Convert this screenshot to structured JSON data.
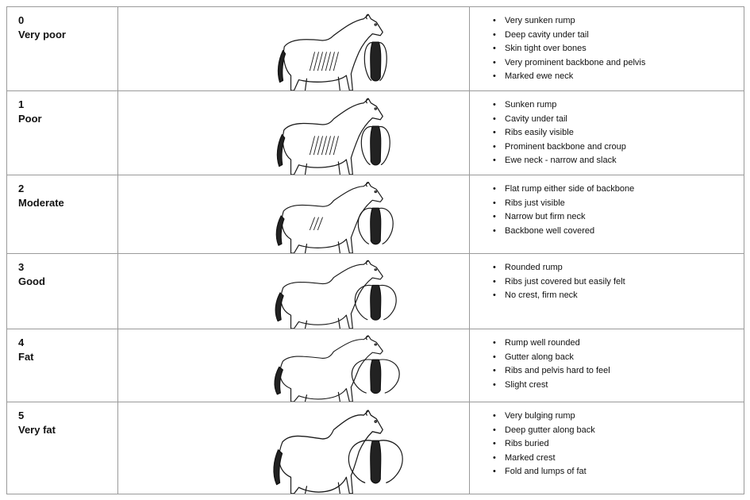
{
  "rows": [
    {
      "score": "0",
      "label": "Very poor",
      "side_icon": "very-thin-horse-side-view-icon",
      "rear_icon": "very-thin-horse-rear-view-icon",
      "bullets": [
        "Very sunken rump",
        "Deep cavity under tail",
        "Skin tight over bones",
        "Very prominent backbone and pelvis",
        "Marked ewe neck"
      ]
    },
    {
      "score": "1",
      "label": "Poor",
      "side_icon": "thin-horse-side-view-icon",
      "rear_icon": "thin-horse-rear-view-icon",
      "bullets": [
        "Sunken rump",
        "Cavity under tail",
        "Ribs easily visible",
        "Prominent backbone and croup",
        "Ewe neck - narrow and slack"
      ]
    },
    {
      "score": "2",
      "label": "Moderate",
      "side_icon": "moderate-horse-side-view-icon",
      "rear_icon": "moderate-horse-rear-view-icon",
      "bullets": [
        "Flat rump either side of backbone",
        "Ribs just visible",
        "Narrow but firm neck",
        "Backbone well covered"
      ]
    },
    {
      "score": "3",
      "label": "Good",
      "side_icon": "good-horse-side-view-icon",
      "rear_icon": "good-horse-rear-view-icon",
      "bullets": [
        "Rounded rump",
        "Ribs just covered but easily felt",
        "No crest, firm neck"
      ]
    },
    {
      "score": "4",
      "label": "Fat",
      "side_icon": "fat-horse-side-view-icon",
      "rear_icon": "fat-horse-rear-view-icon",
      "bullets": [
        "Rump well rounded",
        "Gutter along back",
        "Ribs and pelvis hard to feel",
        "Slight crest"
      ]
    },
    {
      "score": "5",
      "label": "Very fat",
      "side_icon": "very-fat-horse-side-view-icon",
      "rear_icon": "very-fat-horse-rear-view-icon",
      "bullets": [
        "Very bulging rump",
        "Deep gutter along back",
        "Ribs buried",
        "Marked crest",
        "Fold and lumps of fat"
      ]
    }
  ]
}
